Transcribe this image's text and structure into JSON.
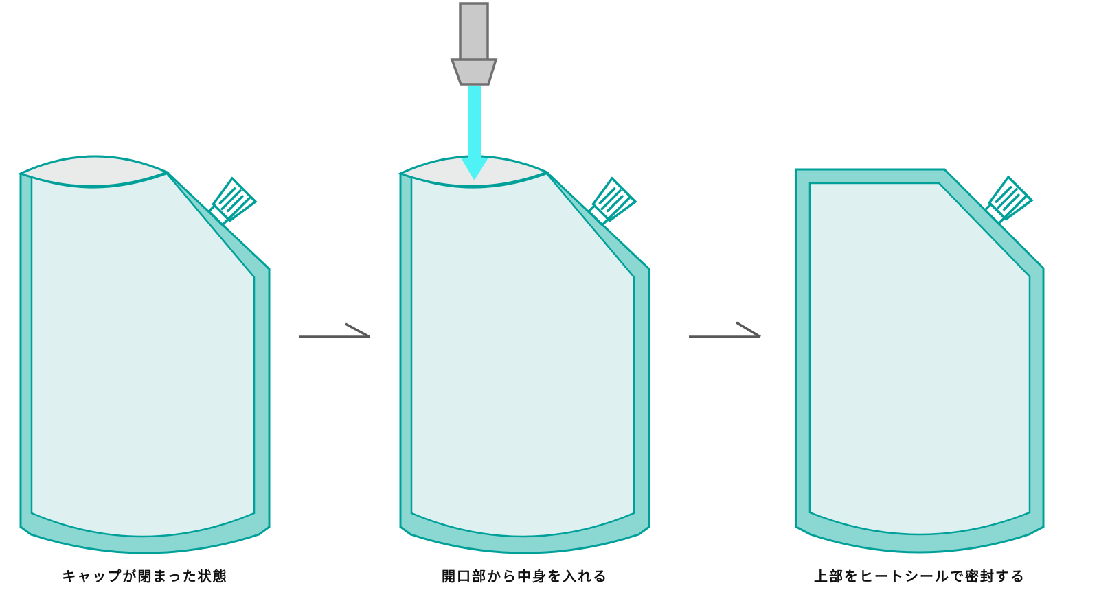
{
  "diagram": {
    "background": "#FFFFFF",
    "steps": [
      {
        "label": "キャップが閉まった状態"
      },
      {
        "label": "開口部から中身を入れる"
      },
      {
        "label": "上部をヒートシールで密封する"
      }
    ],
    "icons": {
      "spout_cap": "spout-cap-icon",
      "fill_nozzle": "fill-nozzle-icon",
      "fill_arrow": "fill-arrow-down-icon",
      "step_arrow": "step-arrow-right-icon"
    },
    "colors": {
      "background": "#FFFFFF",
      "teal-stroke": "#00A09A",
      "seal-band": "#8BD7D1",
      "pouch-panel": "#DEF1F0",
      "opening-gray": "#E9EAEA",
      "fill-arrow-cyan": "#4FF3F6",
      "nozzle-gray": "#C9C9C9",
      "nozzle-stroke": "#707070",
      "step-arrow-gray": "#58585A",
      "label-text": "#111111"
    }
  }
}
